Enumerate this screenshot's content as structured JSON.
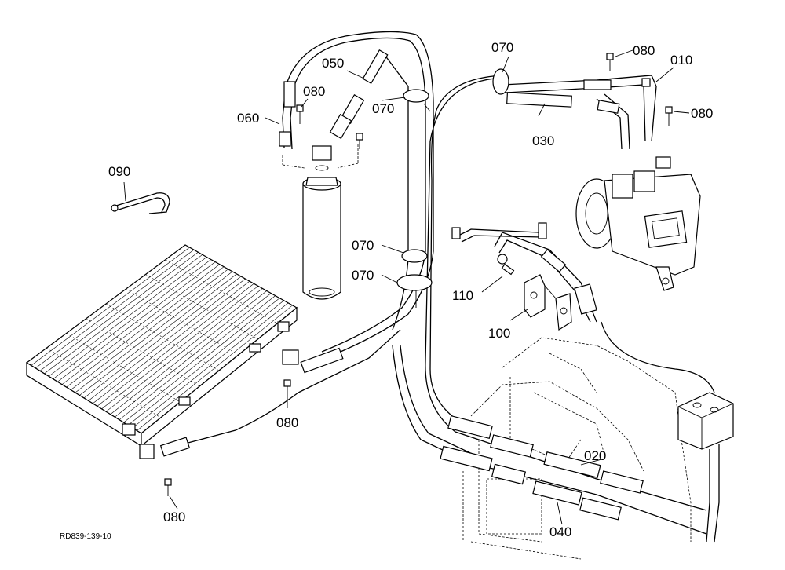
{
  "diagram": {
    "reference_code": "RD839-139-10",
    "callouts": [
      {
        "id": "c010",
        "text": "010"
      },
      {
        "id": "c020",
        "text": "020"
      },
      {
        "id": "c030",
        "text": "030"
      },
      {
        "id": "c040",
        "text": "040"
      },
      {
        "id": "c050",
        "text": "050"
      },
      {
        "id": "c060",
        "text": "060"
      },
      {
        "id": "c070a",
        "text": "070"
      },
      {
        "id": "c070b",
        "text": "070"
      },
      {
        "id": "c070c",
        "text": "070"
      },
      {
        "id": "c070d",
        "text": "070"
      },
      {
        "id": "c080a",
        "text": "080"
      },
      {
        "id": "c080b",
        "text": "080"
      },
      {
        "id": "c080c",
        "text": "080"
      },
      {
        "id": "c080d",
        "text": "080"
      },
      {
        "id": "c080e",
        "text": "080"
      },
      {
        "id": "c090",
        "text": "090"
      },
      {
        "id": "c100",
        "text": "100"
      },
      {
        "id": "c110",
        "text": "110"
      }
    ]
  }
}
